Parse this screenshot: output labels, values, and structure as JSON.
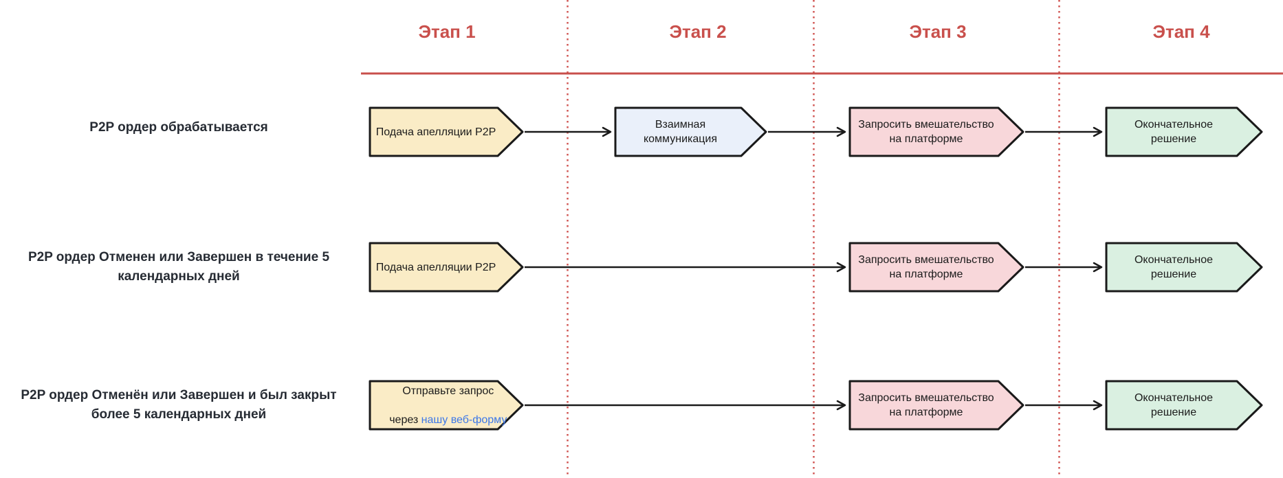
{
  "stages": [
    {
      "label": "Этап 1"
    },
    {
      "label": "Этап 2"
    },
    {
      "label": "Этап 3"
    },
    {
      "label": "Этап 4"
    }
  ],
  "rows": [
    {
      "label": "P2P ордер обрабатывается",
      "stage1": "Подача апелляции P2P",
      "stage2": "Взаимная\nкоммуникация",
      "stage3": "Запросить вмешательство\nна платформе",
      "stage4": "Окончательное\nрешение"
    },
    {
      "label": "P2P ордер Отменен или Завершен в течение 5 календарных дней",
      "stage1": "Подача апелляции P2P",
      "stage3": "Запросить вмешательство\nна платформе",
      "stage4": "Окончательное\nрешение"
    },
    {
      "label": "P2P ордер Отменён или Завершен и был закрыт более 5 календарных дней",
      "stage1_line1": "Отправьте запрос",
      "stage1_line2_prefix": "через ",
      "stage1_line2_link": "нашу веб-форму",
      "stage3": "Запросить вмешательство\nна платформе",
      "stage4": "Окончательное\nрешение"
    }
  ],
  "colors": {
    "stage_header": "#c9504c",
    "header_rule": "#c84f4b",
    "divider_dotted": "#d15552",
    "box_border": "#1a1a1a",
    "box_text": "#1b1b1b",
    "row_label": "#262b33",
    "link": "#3d78e8",
    "yellow_fill": "#faecc6",
    "blue_fill": "#eaf0fa",
    "pink_fill": "#f8d7da",
    "green_fill": "#daf0e1"
  }
}
